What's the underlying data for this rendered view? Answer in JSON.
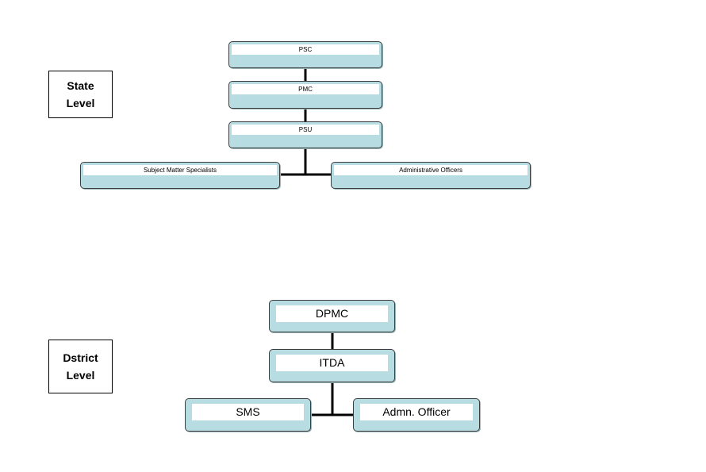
{
  "state": {
    "level_label": [
      "State",
      "Level"
    ],
    "nodes": {
      "psc": "PSC",
      "pmc": "PMC",
      "psu": "PSU",
      "sms": "Subject Matter Specialists",
      "admin": "Administrative Officers"
    }
  },
  "district": {
    "level_label": [
      "Dstrict",
      "Level"
    ],
    "nodes": {
      "dpmc": "DPMC",
      "itda": "ITDA",
      "sms": "SMS",
      "admin": "Admn. Officer"
    }
  },
  "colors": {
    "node_fill": "#b7dde2",
    "node_border": "#3d3d3d",
    "connector": "#000000"
  }
}
